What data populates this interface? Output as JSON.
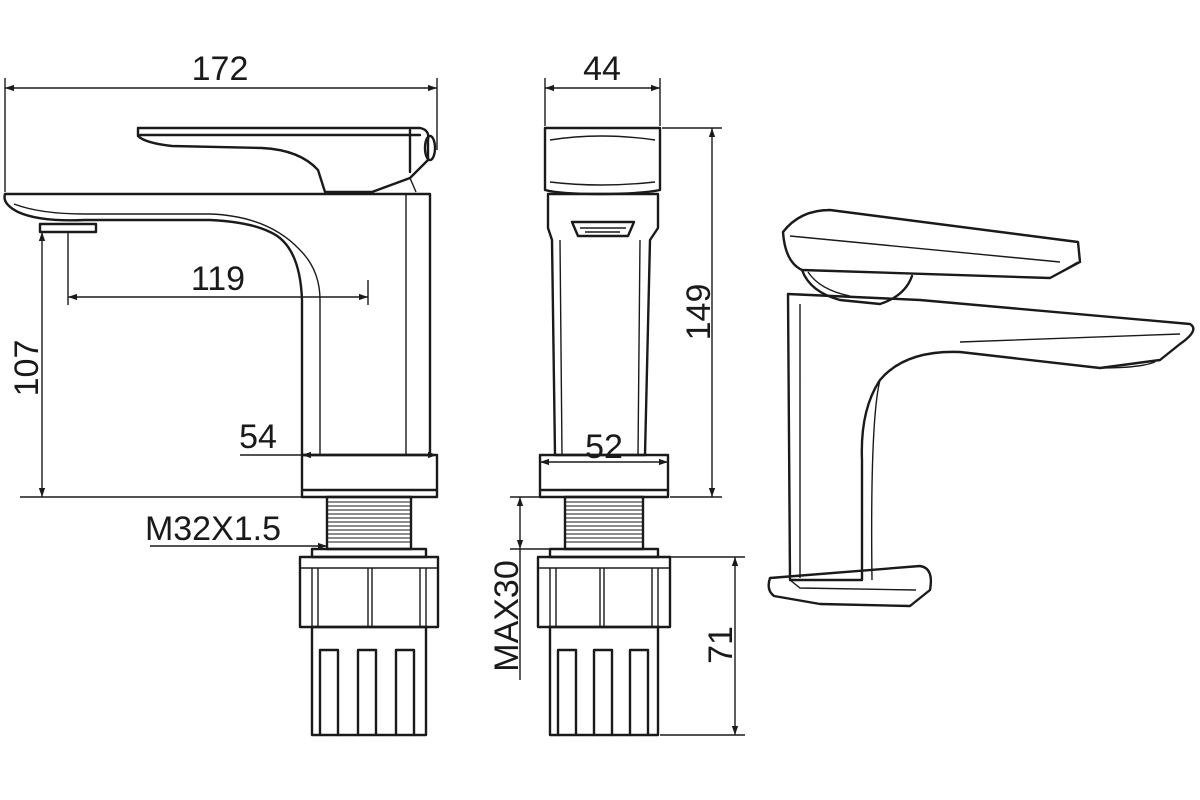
{
  "drawing": {
    "dimensions": {
      "overall_length": "172",
      "spout_reach": "119",
      "spout_height": "107",
      "body_width_side": "54",
      "body_width_front": "44",
      "base_width_front": "52",
      "overall_height": "149",
      "thread": "M32X1.5",
      "max_deck": "MAX30",
      "shank_length": "71"
    }
  }
}
